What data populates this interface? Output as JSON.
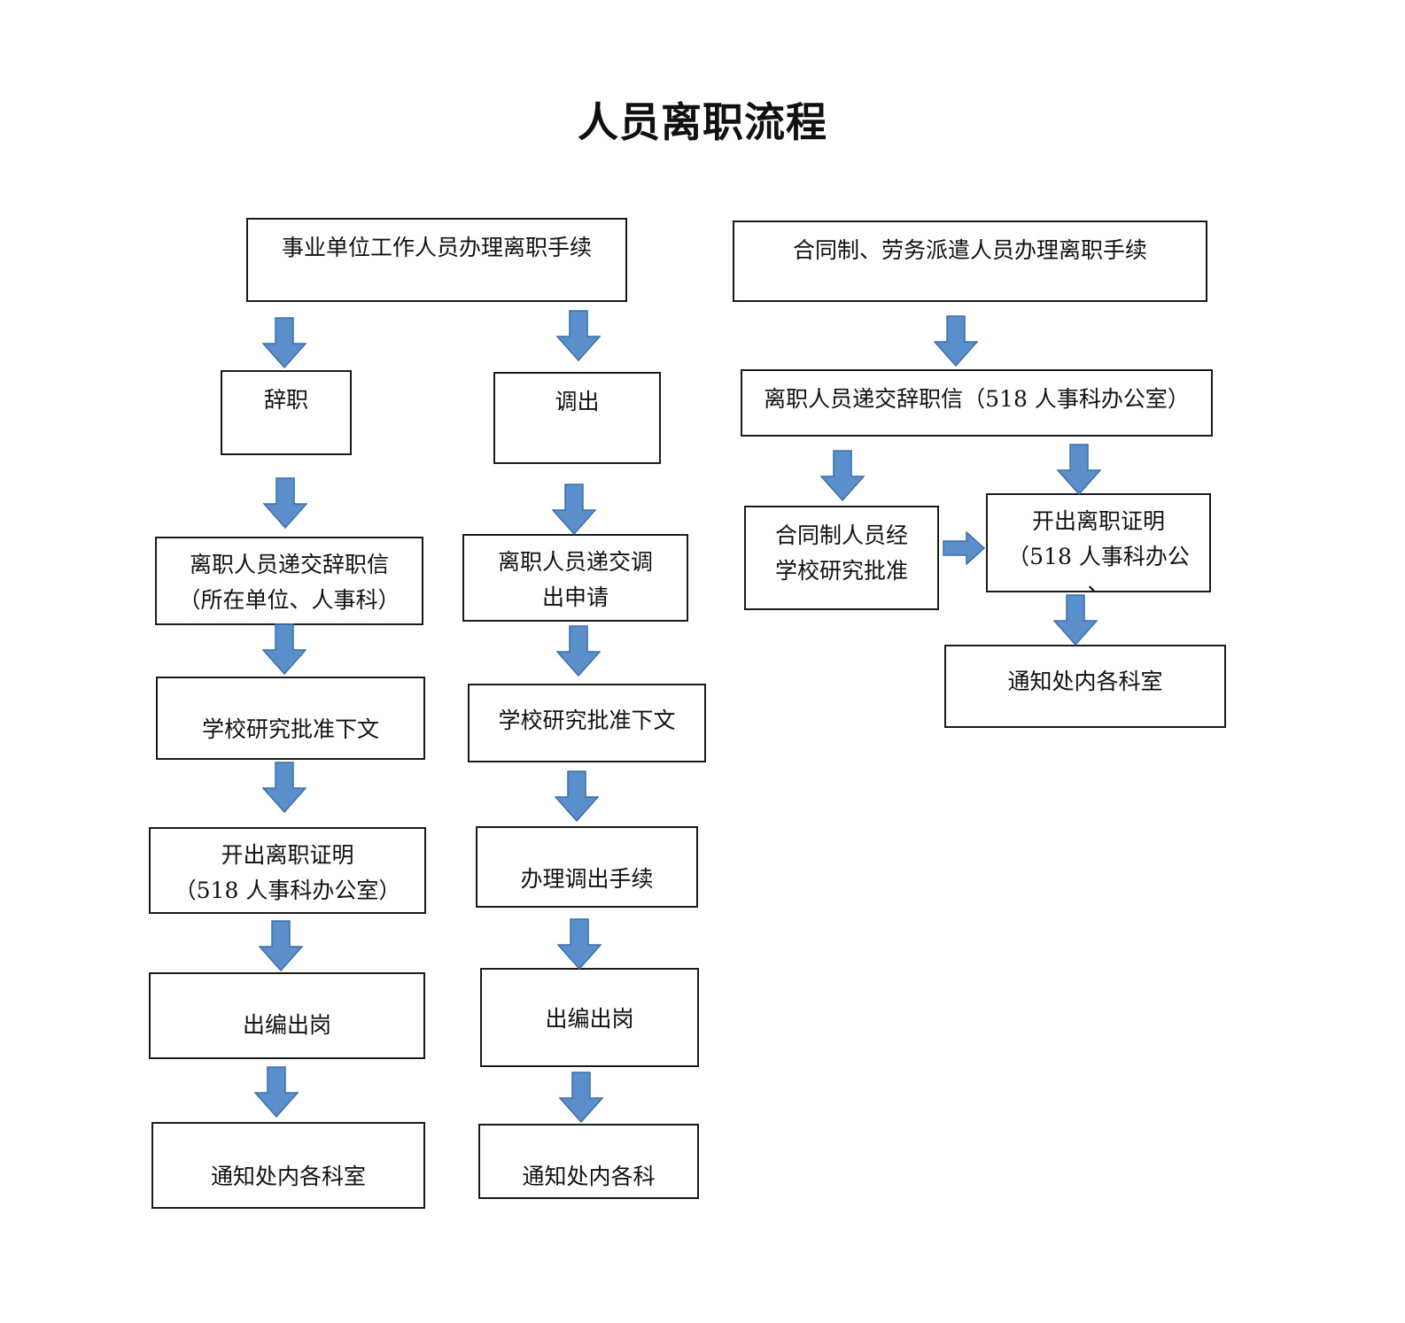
{
  "title": "人员离职流程",
  "columns": {
    "career": {
      "header": "事业单位工作人员办理离职手续"
    },
    "resign": {
      "head": "辞职",
      "steps": [
        [
          "离职人员递交辞职信",
          "（所在单位、人事科）"
        ],
        [
          "学校研究批准下文"
        ],
        [
          "开出离职证明",
          "（518 人事科办公室）"
        ],
        [
          "出编出岗"
        ],
        [
          "通知处内各科室"
        ]
      ]
    },
    "transfer": {
      "head": "调出",
      "steps": [
        [
          "离职人员递交调",
          "出申请"
        ],
        [
          "学校研究批准下文"
        ],
        [
          "办理调出手续"
        ],
        [
          "出编出岗"
        ],
        [
          "通知处内各科"
        ]
      ]
    },
    "contract": {
      "header": "合同制、劳务派遣人员办理离职手续",
      "submit": "离职人员递交辞职信（518 人事科办公室）",
      "approve": [
        "合同制人员经",
        "学校研究批准"
      ],
      "certificate": [
        "开出离职证明",
        "（518 人事科办公",
        "、"
      ],
      "notify": "通知处内各科室"
    }
  },
  "colors": {
    "arrow_fill": "#5b8fcc",
    "arrow_stroke": "#3d6ea6",
    "border": "#1a1a1a"
  }
}
